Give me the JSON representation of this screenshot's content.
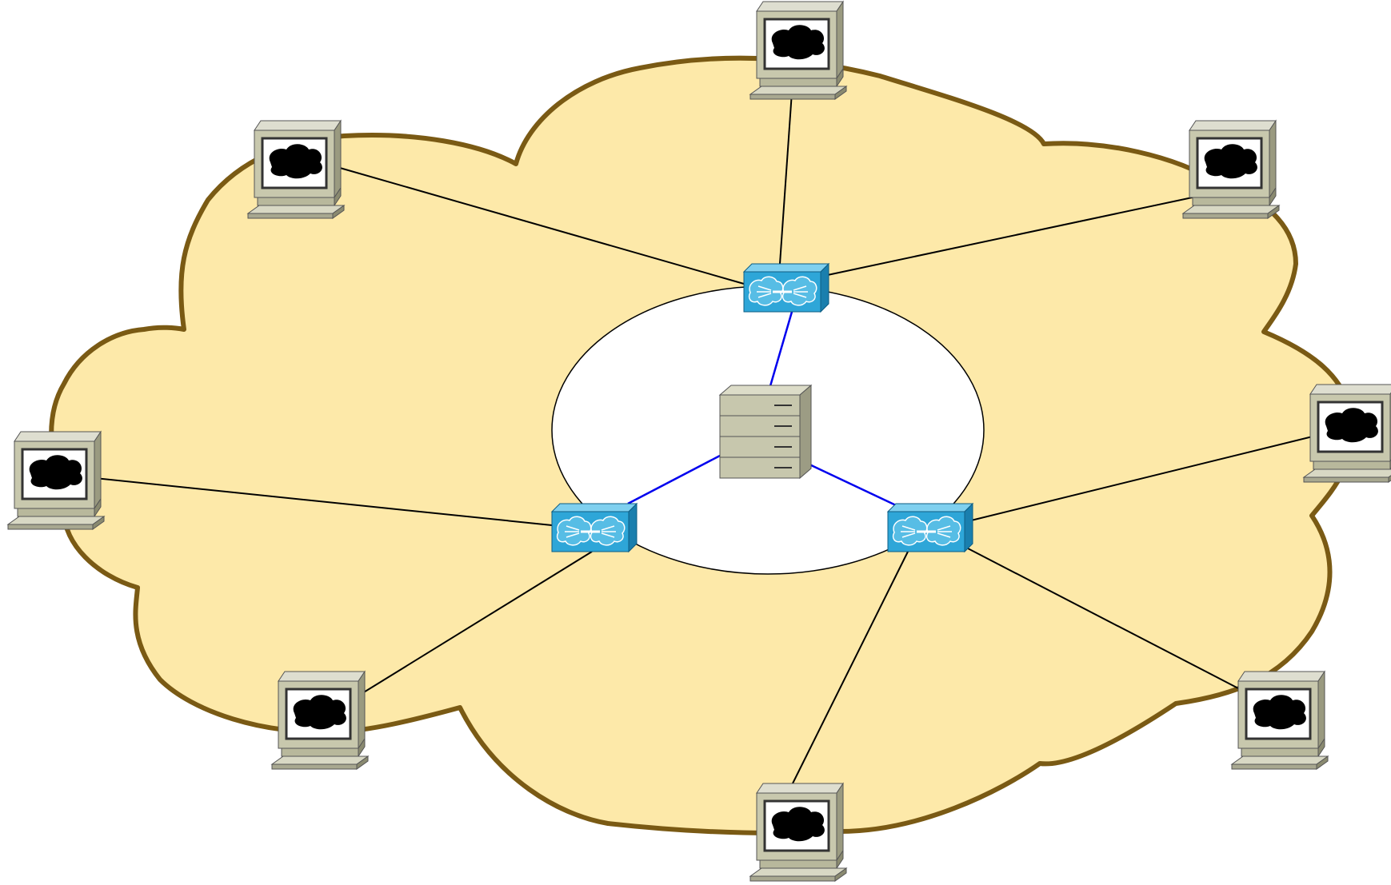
{
  "diagram": {
    "cloud": {
      "fill": "#fde9a9",
      "stroke": "#7a5a14"
    },
    "ring": {
      "fill": "#ffffff",
      "stroke": "#000000"
    },
    "colors": {
      "access_link": "#000000",
      "core_link": "#0000ee",
      "router_face": "#2ea6d8",
      "router_top": "#7fd0ef",
      "router_side": "#1a7fae",
      "server_body": "#c7c7ad",
      "pc_beige": "#c8c8ad",
      "pc_screen_blob": "#000000"
    },
    "icons": {
      "server": "server-icon",
      "router": "router-icon",
      "workstation": "workstation-icon"
    },
    "nodes": {
      "server": {
        "type": "server"
      },
      "routers": [
        {
          "id": "router-top"
        },
        {
          "id": "router-left"
        },
        {
          "id": "router-right"
        }
      ],
      "workstations": [
        {
          "id": "pc-top"
        },
        {
          "id": "pc-upper-left"
        },
        {
          "id": "pc-upper-right"
        },
        {
          "id": "pc-left"
        },
        {
          "id": "pc-right"
        },
        {
          "id": "pc-lower-left"
        },
        {
          "id": "pc-lower-right"
        },
        {
          "id": "pc-bottom"
        }
      ]
    },
    "links": [
      {
        "from": "server",
        "to": "router-top",
        "kind": "core"
      },
      {
        "from": "server",
        "to": "router-left",
        "kind": "core"
      },
      {
        "from": "server",
        "to": "router-right",
        "kind": "core"
      },
      {
        "from": "router-top",
        "to": "pc-top",
        "kind": "access"
      },
      {
        "from": "router-top",
        "to": "pc-upper-left",
        "kind": "access"
      },
      {
        "from": "router-top",
        "to": "pc-upper-right",
        "kind": "access"
      },
      {
        "from": "router-left",
        "to": "pc-left",
        "kind": "access"
      },
      {
        "from": "router-left",
        "to": "pc-lower-left",
        "kind": "access"
      },
      {
        "from": "router-right",
        "to": "pc-right",
        "kind": "access"
      },
      {
        "from": "router-right",
        "to": "pc-lower-right",
        "kind": "access"
      },
      {
        "from": "router-right",
        "to": "pc-bottom",
        "kind": "access"
      }
    ]
  }
}
